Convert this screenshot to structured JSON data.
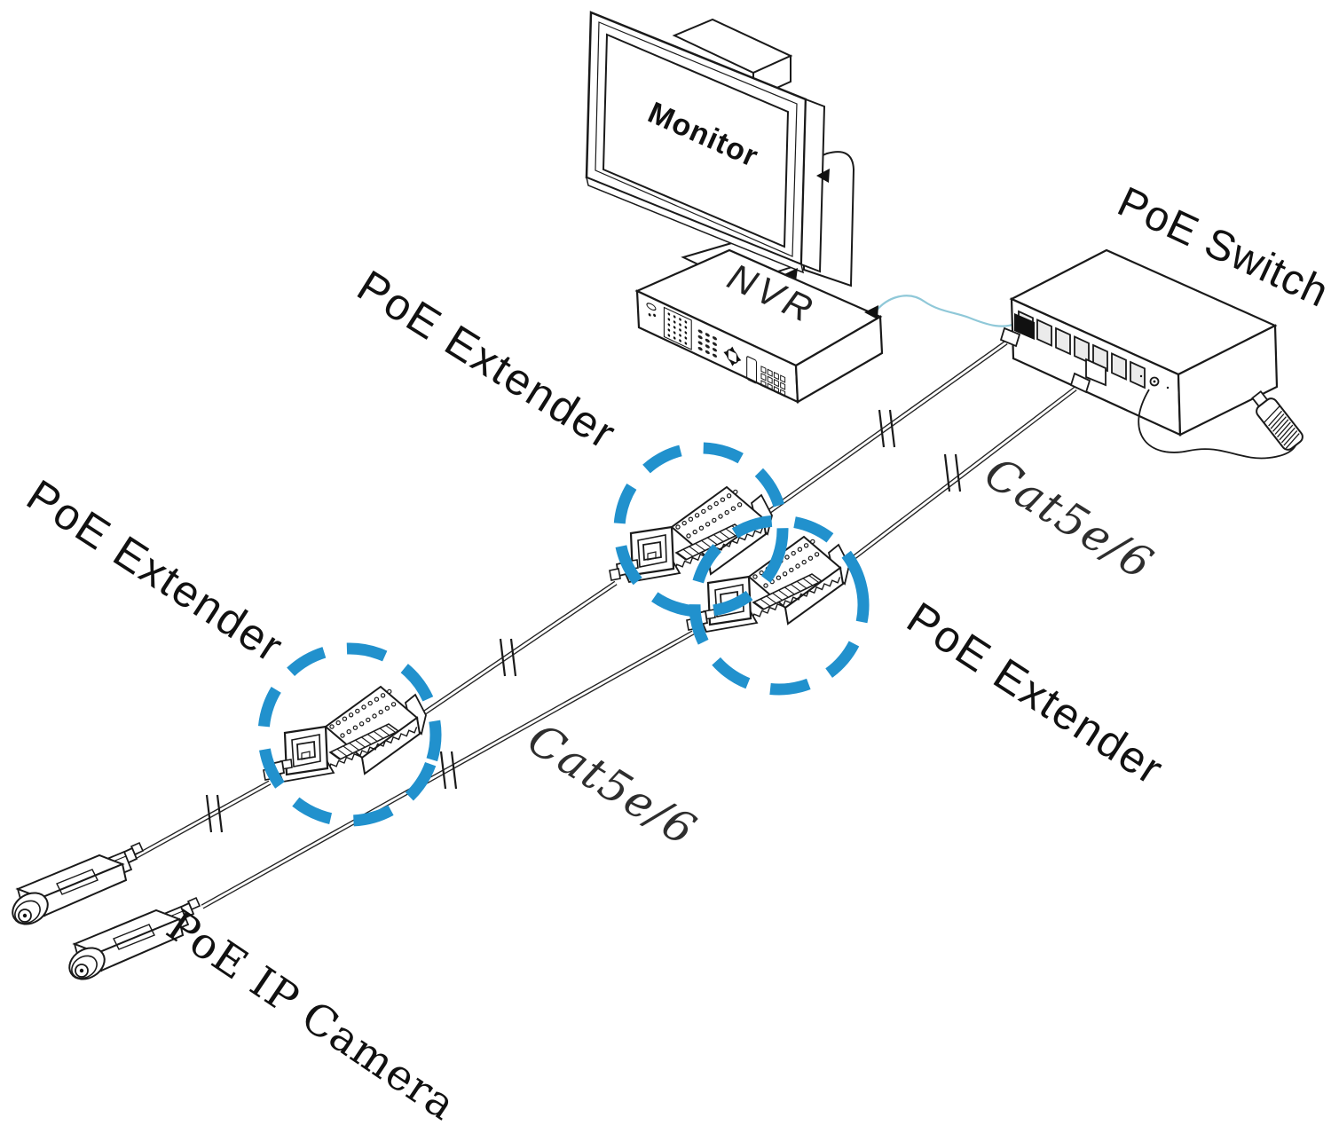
{
  "diagram": {
    "type": "network-topology",
    "labels": {
      "monitor": "Monitor",
      "nvr": "NVR",
      "poe_switch": "PoE Switch",
      "extender_top": "PoE Extender",
      "extender_left": "PoE Extender",
      "extender_right": "PoE Extender",
      "cat5e_upper": "Cat5e/6",
      "cat5e_lower": "Cat5e/6",
      "ip_camera": "PoE IP Camera"
    },
    "devices": [
      {
        "id": "monitor",
        "label": "Monitor"
      },
      {
        "id": "nvr",
        "label": "NVR"
      },
      {
        "id": "poe-switch",
        "label": "PoE Switch",
        "ports": 7,
        "has_power_adapter": true
      },
      {
        "id": "poe-extender-1",
        "label": "PoE Extender",
        "highlighted": true
      },
      {
        "id": "poe-extender-2",
        "label": "PoE Extender",
        "highlighted": true
      },
      {
        "id": "poe-extender-3",
        "label": "PoE Extender",
        "highlighted": true
      },
      {
        "id": "poe-ip-camera-1",
        "label": "PoE IP Camera"
      },
      {
        "id": "poe-ip-camera-2",
        "label": "PoE IP Camera"
      }
    ],
    "connections": [
      {
        "from": "nvr",
        "to": "monitor",
        "cable": "video"
      },
      {
        "from": "nvr",
        "to": "poe-switch",
        "cable": "ethernet-uplink"
      },
      {
        "from": "poe-switch",
        "to": "poe-extender-1",
        "cable": "Cat5e/6"
      },
      {
        "from": "poe-extender-1",
        "to": "poe-extender-3",
        "cable": "Cat5e/6"
      },
      {
        "from": "poe-extender-3",
        "to": "poe-ip-camera-1",
        "cable": "Cat5e/6"
      },
      {
        "from": "poe-switch",
        "to": "poe-extender-2",
        "cable": "Cat5e/6"
      },
      {
        "from": "poe-extender-2",
        "to": "poe-ip-camera-2",
        "cable": "Cat5e/6"
      },
      {
        "from": "poe-switch",
        "to": "power-adapter",
        "cable": "power"
      }
    ],
    "colors": {
      "line": "#1a1a1a",
      "highlight_circle": "#2191cd",
      "nvr_uplink_cable": "#8fc8d8",
      "background": "#ffffff"
    }
  }
}
